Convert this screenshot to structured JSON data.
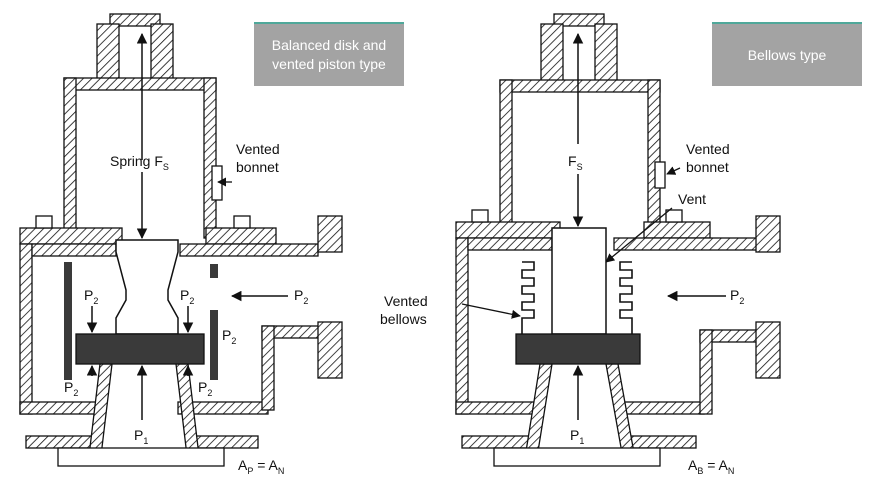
{
  "left": {
    "title_line1": "Balanced disk and",
    "title_line2": "vented piston type",
    "spring_label": "Spring F",
    "spring_sub": "S",
    "bonnet_line1": "Vented",
    "bonnet_line2": "bonnet",
    "pressure_label": "P",
    "pressure_sub_outlet": "2",
    "pressure_sub_inlet": "1",
    "area_eq_lhs": "A",
    "area_eq_lhs_sub": "P",
    "area_eq_equals": " = ",
    "area_eq_rhs": "A",
    "area_eq_rhs_sub": "N"
  },
  "right": {
    "title": "Bellows type",
    "spring_label": "F",
    "spring_sub": "S",
    "bonnet_line1": "Vented",
    "bonnet_line2": "bonnet",
    "vent_label": "Vent",
    "bellows_line1": "Vented",
    "bellows_line2": "bellows",
    "pressure_label": "P",
    "pressure_sub_outlet": "2",
    "pressure_sub_inlet": "1",
    "area_eq_lhs": "A",
    "area_eq_lhs_sub": "B",
    "area_eq_equals": " = ",
    "area_eq_rhs": "A",
    "area_eq_rhs_sub": "N"
  },
  "colors": {
    "tag_bg": "#a3a3a3",
    "tag_accent": "#4fa89a",
    "ink": "#111111",
    "disk": "#3a3a3a"
  }
}
